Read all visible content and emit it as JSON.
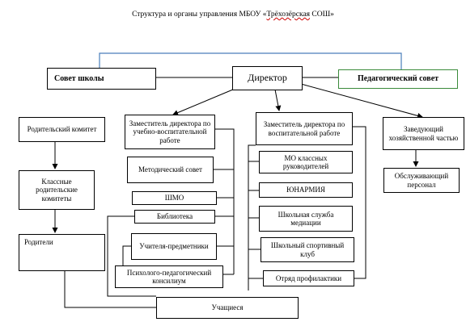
{
  "title": {
    "prefix": "Структура и органы управления МБОУ «",
    "name": "Трёхозёрская",
    "suffix": " СОШ»"
  },
  "boxes": {
    "school_council": "Совет школы",
    "director": "Директор",
    "ped_council": "Педагогический совет",
    "parent_committee": "Родительский комитет",
    "class_parent_committees": "Классные родительские комитеты",
    "parents": "Родители",
    "deputy_uvr": "Заместитель директора по учебно-воспитательной работе",
    "method_council": "Методический совет",
    "shmo": "ШМО",
    "library": "Библиотека",
    "teachers": "Учителя-предметники",
    "ppk": "Психолого-педагогический консилиум",
    "deputy_vr": "Заместитель директора по воспитательной работе",
    "mo_class": "МО классных руководителей",
    "yunarmia": "ЮНАРМИЯ",
    "mediation": "Школьная служба медиации",
    "sport_club": "Школьный спортивный клуб",
    "prevention": "Отряд профилактики",
    "head_econ": "Заведующий хозяйственной частью",
    "staff": "Обслуживающий персонал",
    "students": "Учащиеся"
  },
  "colors": {
    "line": "#000000",
    "accent_line": "#4a7ebb",
    "ped_border": "#3a8a3a"
  }
}
